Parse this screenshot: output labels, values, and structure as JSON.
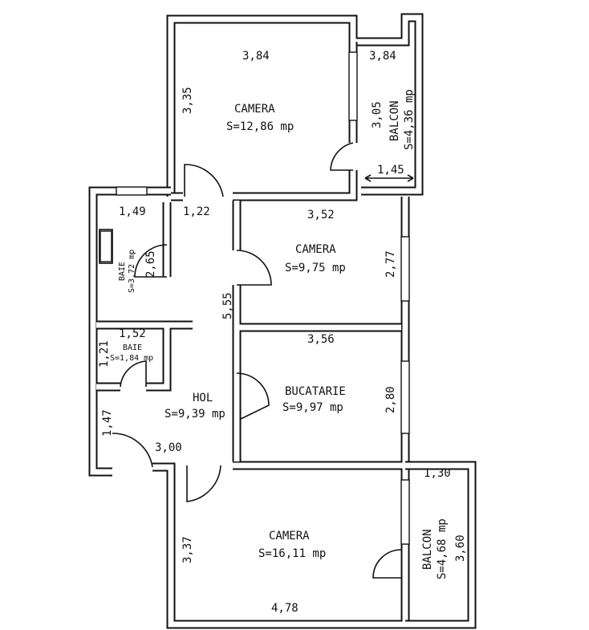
{
  "rooms": {
    "camera_top": {
      "name": "CAMERA",
      "area": "S=12,86 mp",
      "width": "3,84",
      "height": "3,35"
    },
    "balcon_top": {
      "name": "BALCON",
      "area": "S=4,36 mp",
      "width": "3,84",
      "height": "3,05",
      "depth": "1,45"
    },
    "camera_mid": {
      "name": "CAMERA",
      "area": "S=9,75 mp",
      "width": "3,52",
      "height": "2,77"
    },
    "bucatarie": {
      "name": "BUCATARIE",
      "area": "S=9,97 mp",
      "width": "3,56",
      "height": "2,80"
    },
    "baie_large": {
      "name": "BAIE",
      "area": "S=3,72 mp",
      "width": "1,49",
      "height": "2,65"
    },
    "baie_small": {
      "name": "BAIE",
      "area": "S=1,84 mp",
      "width": "1,52",
      "height": "1,21"
    },
    "hol": {
      "name": "HOL",
      "area": "S=9,39 mp",
      "width_top": "1,22",
      "length": "5,55",
      "width_bottom": "3,00",
      "side": "1,47"
    },
    "camera_bottom": {
      "name": "CAMERA",
      "area": "S=16,11 mp",
      "width": "4,78",
      "height": "3,37"
    },
    "balcon_bottom": {
      "name": "BALCON",
      "area": "S=4,68 mp",
      "width": "1,30",
      "height": "3,60"
    }
  }
}
